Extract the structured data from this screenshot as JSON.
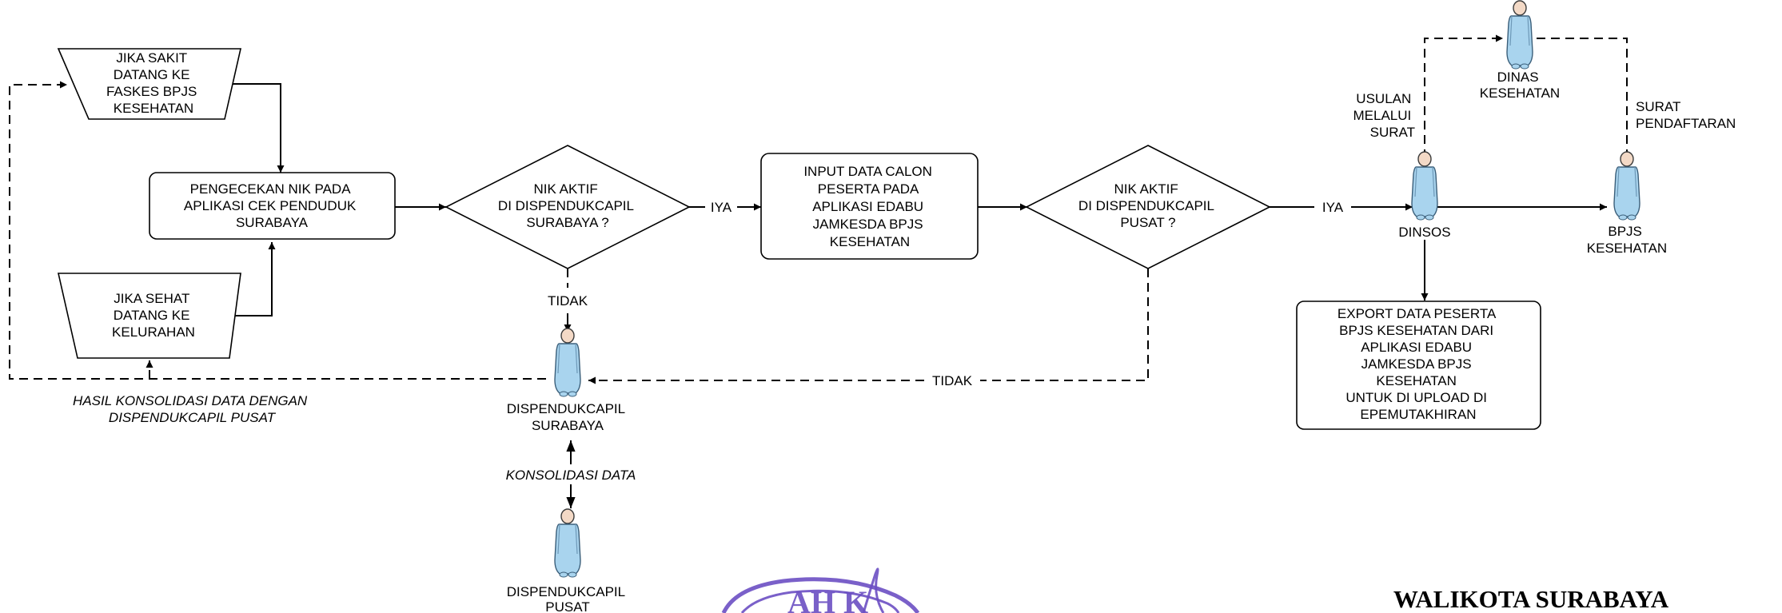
{
  "shapes": {
    "sakit": [
      "JIKA SAKIT",
      "DATANG KE",
      "FASKES BPJS",
      "KESEHATAN"
    ],
    "sehat": [
      "JIKA SEHAT",
      "DATANG KE",
      "KELURAHAN"
    ],
    "pengecekan": [
      "PENGECEKAN NIK PADA",
      "APLIKASI CEK PENDUDUK",
      "SURABAYA"
    ],
    "nik_surabaya": [
      "NIK AKTIF",
      "DI DISPENDUKCAPIL",
      "SURABAYA ?"
    ],
    "input_data": [
      "INPUT DATA CALON",
      "PESERTA PADA",
      "APLIKASI EDABU",
      "JAMKESDA BPJS",
      "KESEHATAN"
    ],
    "nik_pusat": [
      "NIK AKTIF",
      "DI DISPENDUKCAPIL",
      "PUSAT ?"
    ],
    "export": [
      "EXPORT DATA PESERTA",
      "BPJS KESEHATAN DARI",
      "APLIKASI EDABU",
      "JAMKESDA BPJS",
      "KESEHATAN",
      "UNTUK DI UPLOAD DI",
      "EPEMUTAKHIRAN"
    ]
  },
  "actors": {
    "dispendukcapil_surabaya": [
      "DISPENDUKCAPIL",
      "SURABAYA"
    ],
    "dispendukcapil_pusat": [
      "DISPENDUKCAPIL",
      "PUSAT"
    ],
    "dinsos": [
      "DINSOS"
    ],
    "dinas_kesehatan": [
      "DINAS",
      "KESEHATAN"
    ],
    "bpjs_kesehatan": [
      "BPJS",
      "KESEHATAN"
    ]
  },
  "labels": {
    "iya_1": "IYA",
    "iya_2": "IYA",
    "tidak_1": "TIDAK",
    "tidak_2": "TIDAK",
    "usulan": [
      "USULAN",
      "MELALUI",
      "SURAT"
    ],
    "surat_pendaftaran": [
      "SURAT",
      "PENDAFTARAN"
    ],
    "hasil_konsolidasi": [
      "HASIL KONSOLIDASI DATA DENGAN",
      "DISPENDUKCAPIL PUSAT"
    ],
    "konsolidasi_data": "KONSOLIDASI DATA"
  },
  "footer": {
    "title": "WALIKOTA SURABAYA",
    "stamp_text": "AH K"
  },
  "colors": {
    "actor_body": "#a9d4ee",
    "actor_head": "#f3d9c6",
    "stamp": "#6b4fc3"
  }
}
